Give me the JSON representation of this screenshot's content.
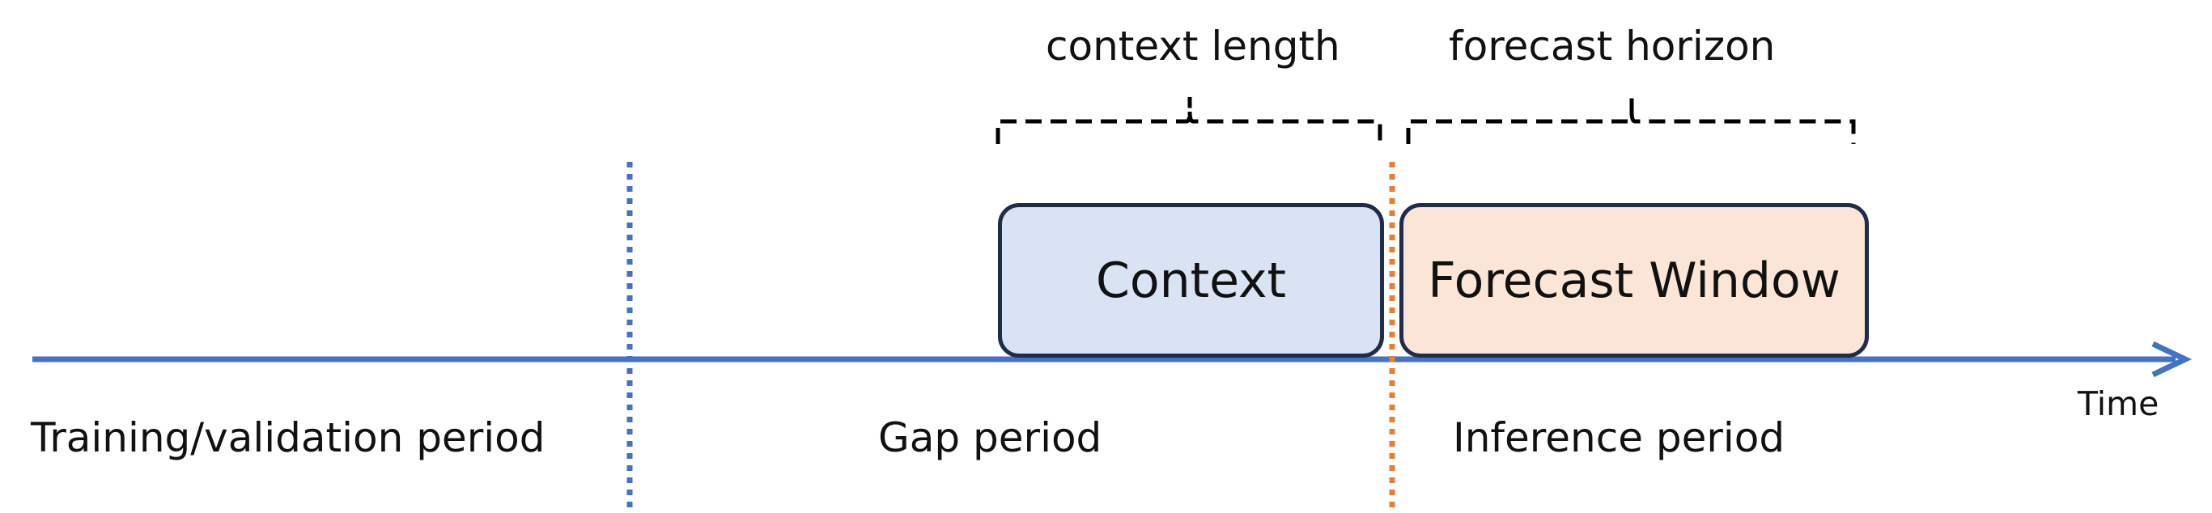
{
  "labels": {
    "training_period": "Training/validation period",
    "gap_period": "Gap period",
    "inference_period": "Inference period",
    "time": "Time",
    "context_length": "context length",
    "forecast_horizon": "forecast horizon"
  },
  "boxes": {
    "context": "Context",
    "forecast_window": "Forecast Window"
  },
  "colors": {
    "axis": "#4472c4",
    "training_boundary": "#4472c4",
    "inference_boundary": "#ed7d31",
    "context_fill": "#dae3f3",
    "forecast_fill": "#fbe5d6",
    "box_border": "#1f2d4a",
    "bracket": "#000000"
  },
  "icons": {
    "axis_end": "arrow-right-icon"
  }
}
